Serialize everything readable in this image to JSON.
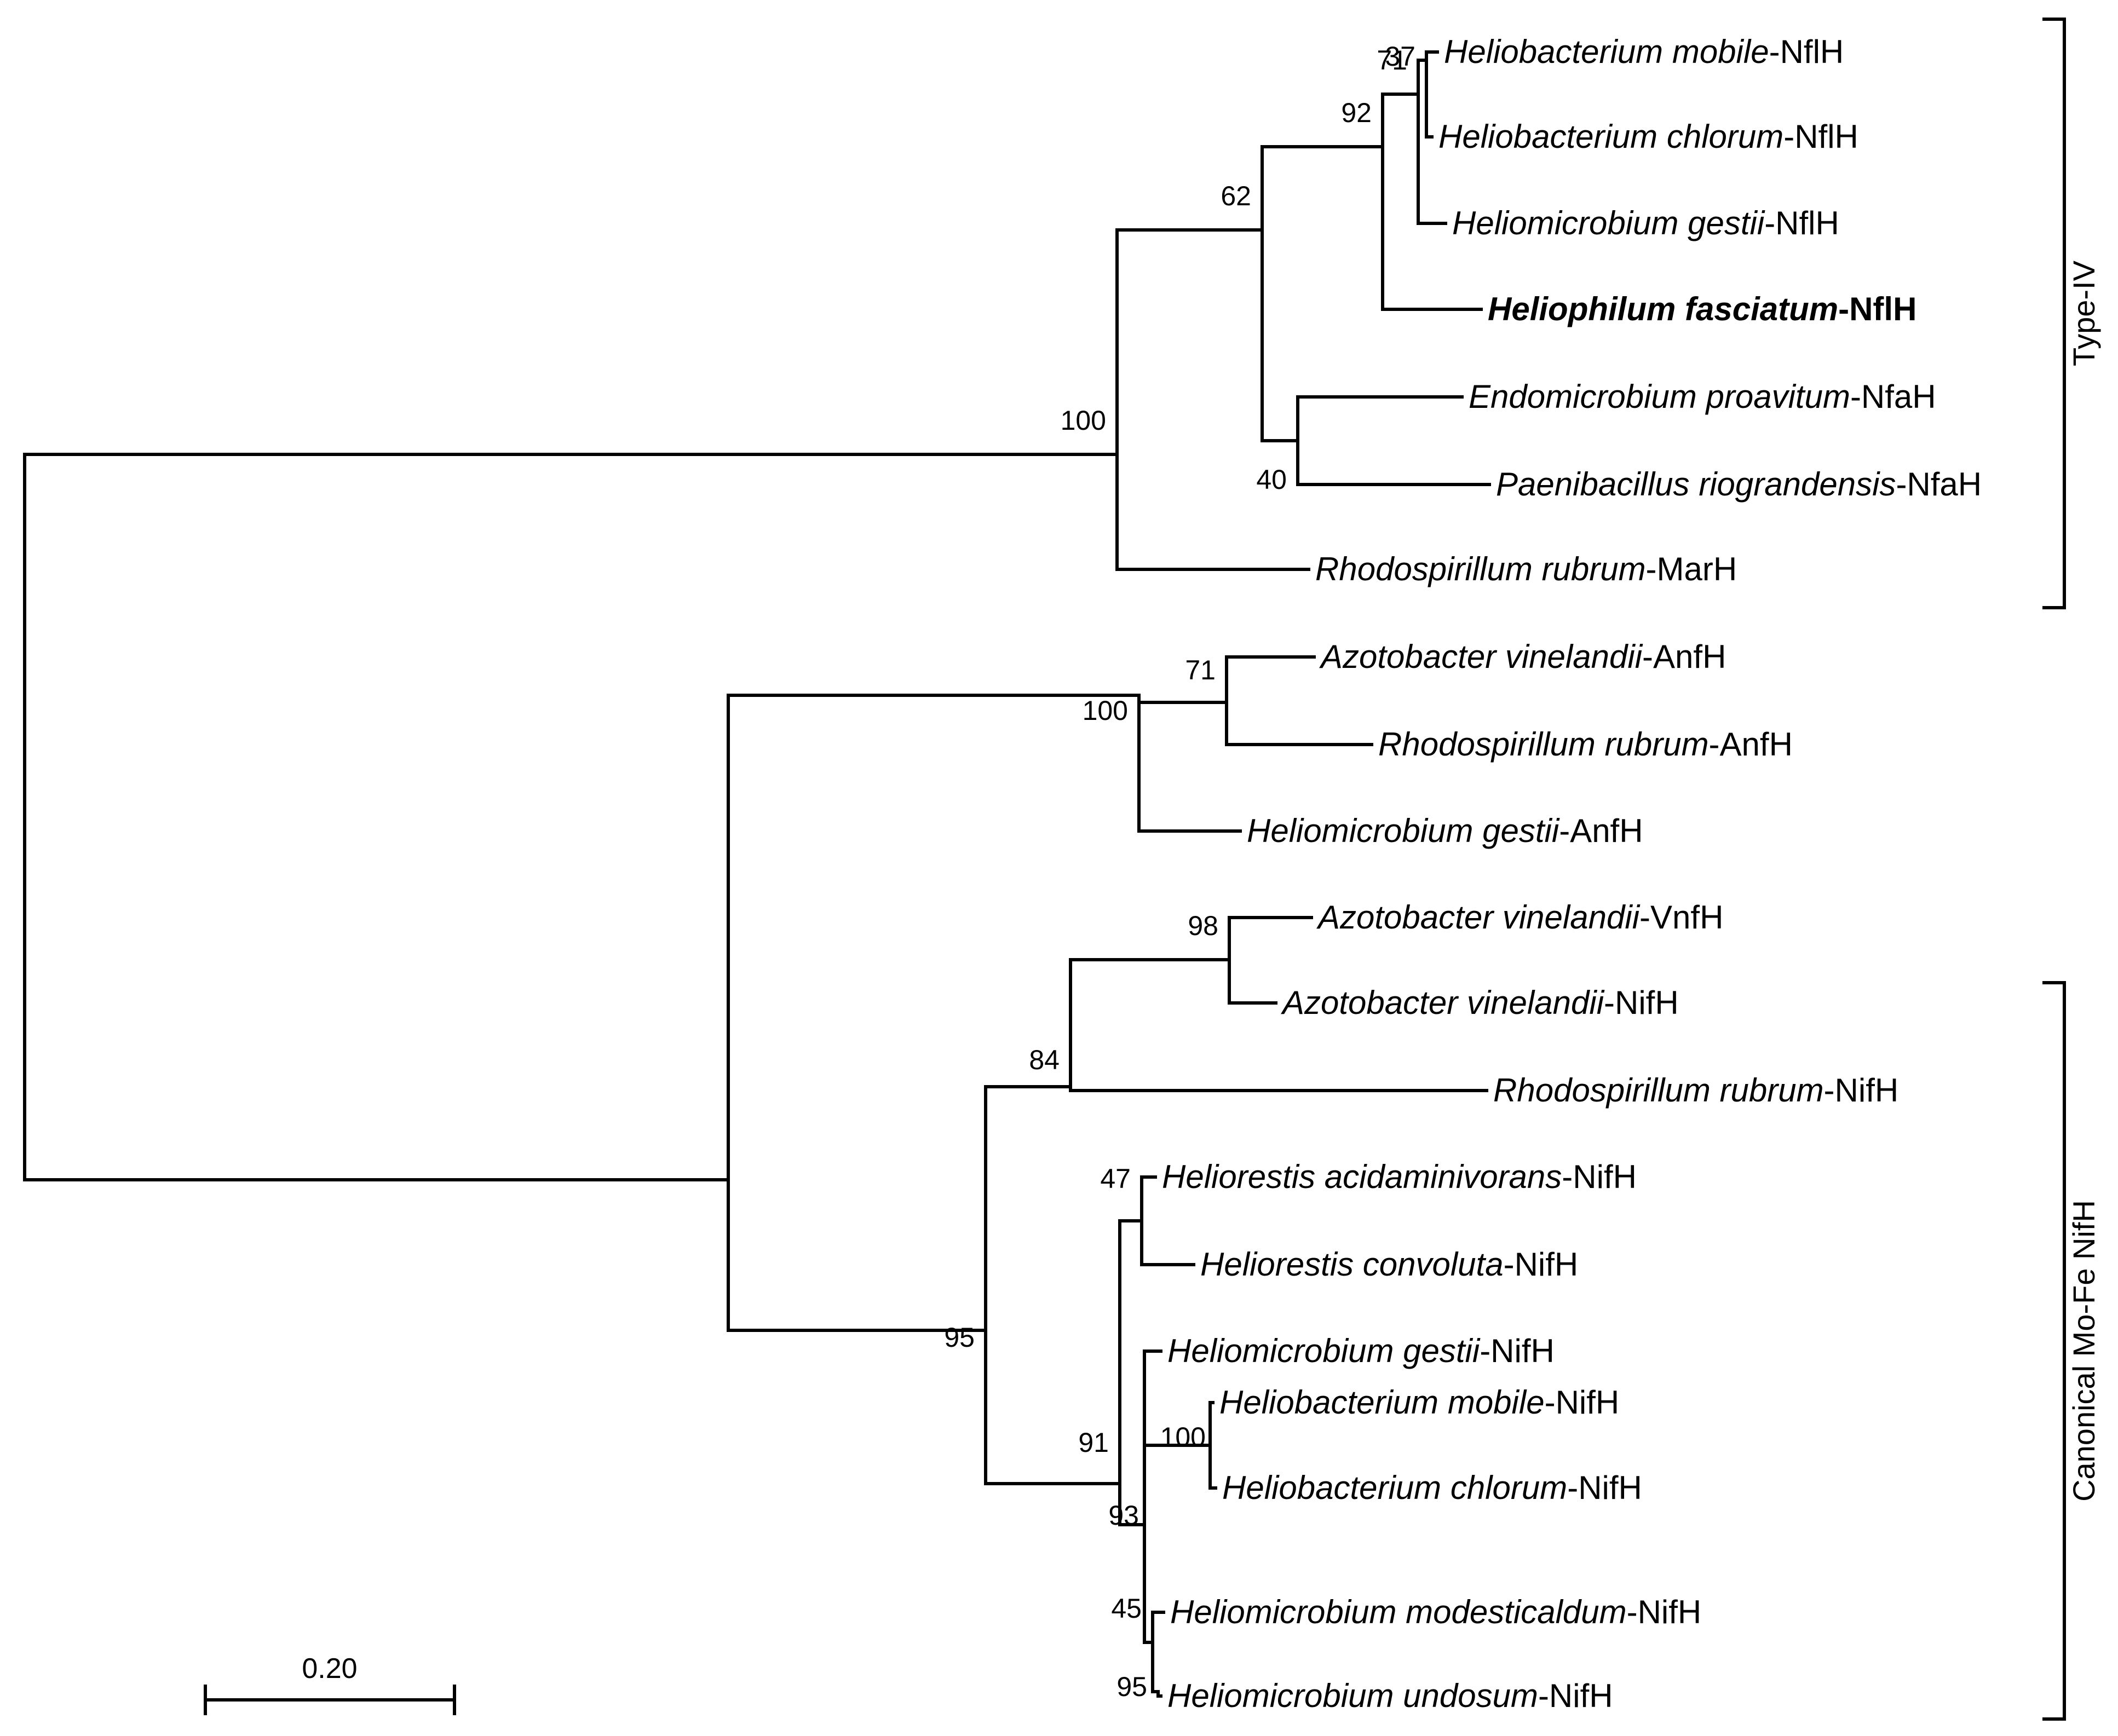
{
  "tree": {
    "branches": [
      {
        "id": "root",
        "children": [
          "clade-typeiv",
          "clade-rest"
        ]
      },
      {
        "id": "clade-typeiv",
        "bootstrap": "100",
        "children": [
          "clade-62",
          "tip-rr-marh"
        ]
      },
      {
        "id": "clade-62",
        "bootstrap": "62",
        "children": [
          "clade-92",
          "clade-40"
        ]
      },
      {
        "id": "clade-92",
        "bootstrap": "92",
        "children": [
          "clade-71a",
          "tip-hf-nflh"
        ]
      },
      {
        "id": "clade-71a",
        "bootstrap": "71",
        "children": [
          "clade-37",
          "tip-hg-nflh"
        ]
      },
      {
        "id": "clade-37",
        "bootstrap": "37",
        "children": [
          "tip-hm-nflh",
          "tip-hc-nflh"
        ]
      },
      {
        "id": "clade-40",
        "bootstrap": "40",
        "children": [
          "tip-ep-nfah",
          "tip-pr-nfah"
        ]
      },
      {
        "id": "clade-rest",
        "children": [
          "clade-anf",
          "clade-95"
        ]
      },
      {
        "id": "clade-anf",
        "bootstrap": "100",
        "children": [
          "clade-71b",
          "tip-hg-anfh"
        ]
      },
      {
        "id": "clade-71b",
        "bootstrap": "71",
        "children": [
          "tip-av-anfh",
          "tip-rr-anfh"
        ]
      },
      {
        "id": "clade-95",
        "bootstrap": "95",
        "children": [
          "clade-84",
          "clade-91"
        ]
      },
      {
        "id": "clade-84",
        "bootstrap": "84",
        "children": [
          "clade-98",
          "tip-rr-nifh"
        ]
      },
      {
        "id": "clade-98",
        "bootstrap": "98",
        "children": [
          "tip-av-vnfh",
          "tip-av-nifh"
        ]
      },
      {
        "id": "clade-91",
        "bootstrap": "91",
        "children": [
          "clade-47",
          "clade-93"
        ]
      },
      {
        "id": "clade-47",
        "bootstrap": "47",
        "children": [
          "tip-ha-nifh",
          "tip-hcv-nifh"
        ]
      },
      {
        "id": "clade-93",
        "bootstrap": "93",
        "children": [
          "tip-hg-nifh",
          "clade-100c",
          "clade-45"
        ]
      },
      {
        "id": "clade-100c",
        "bootstrap": "100",
        "children": [
          "tip-hm-nifh",
          "tip-hc-nifh"
        ]
      },
      {
        "id": "clade-45",
        "bootstrap": "45",
        "children": [
          "tip-hmo-nifh",
          "clade-95b"
        ]
      },
      {
        "id": "clade-95b",
        "bootstrap": "95",
        "children": [
          "tip-hu-nifh"
        ]
      }
    ],
    "tips": [
      {
        "id": "tip-hm-nflh",
        "species": "Heliobacterium mobile",
        "suffix": "-NflH"
      },
      {
        "id": "tip-hc-nflh",
        "species": "Heliobacterium chlorum",
        "suffix": "-NflH"
      },
      {
        "id": "tip-hg-nflh",
        "species": "Heliomicrobium gestii",
        "suffix": "-NflH"
      },
      {
        "id": "tip-hf-nflh",
        "species": "Heliophilum fasciatum",
        "suffix": "-NflH",
        "bold": true
      },
      {
        "id": "tip-ep-nfah",
        "species": "Endomicrobium proavitum",
        "suffix": "-NfaH"
      },
      {
        "id": "tip-pr-nfah",
        "species": "Paenibacillus riograndensis",
        "suffix": "-NfaH"
      },
      {
        "id": "tip-rr-marh",
        "species": "Rhodospirillum rubrum",
        "suffix": "-MarH"
      },
      {
        "id": "tip-av-anfh",
        "species": "Azotobacter vinelandii",
        "suffix": "-AnfH"
      },
      {
        "id": "tip-rr-anfh",
        "species": "Rhodospirillum rubrum",
        "suffix": "-AnfH"
      },
      {
        "id": "tip-hg-anfh",
        "species": "Heliomicrobium gestii",
        "suffix": "-AnfH"
      },
      {
        "id": "tip-av-vnfh",
        "species": "Azotobacter vinelandii",
        "suffix": "-VnfH"
      },
      {
        "id": "tip-av-nifh",
        "species": "Azotobacter vinelandii",
        "suffix": "-NifH"
      },
      {
        "id": "tip-rr-nifh",
        "species": "Rhodospirillum rubrum",
        "suffix": "-NifH"
      },
      {
        "id": "tip-ha-nifh",
        "species": "Heliorestis acidaminivorans",
        "suffix": "-NifH"
      },
      {
        "id": "tip-hcv-nifh",
        "species": "Heliorestis convoluta",
        "suffix": "-NifH"
      },
      {
        "id": "tip-hg-nifh",
        "species": "Heliomicrobium gestii",
        "suffix": "-NifH"
      },
      {
        "id": "tip-hm-nifh",
        "species": "Heliobacterium mobile",
        "suffix": "-NifH"
      },
      {
        "id": "tip-hc-nifh",
        "species": "Heliobacterium chlorum",
        "suffix": "-NifH"
      },
      {
        "id": "tip-hmo-nifh",
        "species": "Heliomicrobium modesticaldum",
        "suffix": "-NifH"
      },
      {
        "id": "tip-hu-nifh",
        "species": "Heliomicrobium undosum",
        "suffix": "-NifH"
      }
    ],
    "clade_labels": [
      {
        "id": "typeiv",
        "text": "Type-IV"
      },
      {
        "id": "canonical",
        "text": "Canonical Mo-Fe NifH"
      }
    ],
    "scale_bar": {
      "label": "0.20"
    }
  }
}
